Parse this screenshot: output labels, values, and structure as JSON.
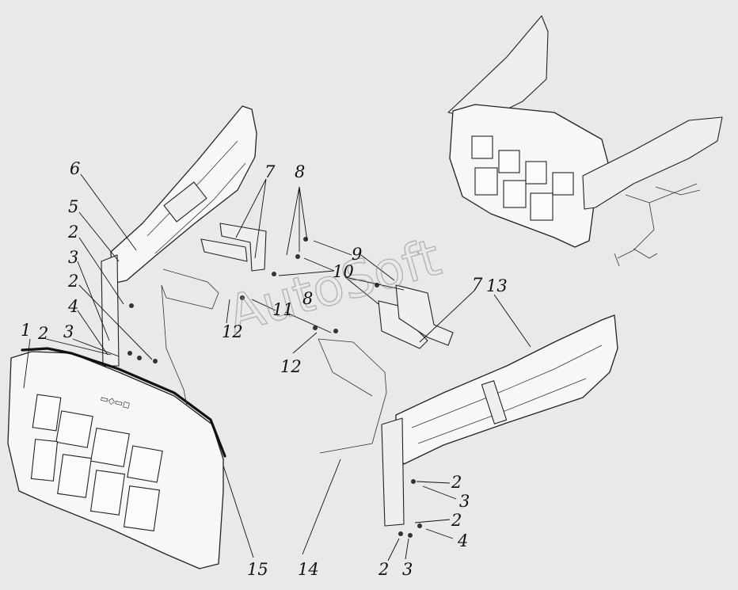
{
  "figure": {
    "watermark": "AutoSoft",
    "callouts": [
      {
        "id": "c1",
        "label": "1"
      },
      {
        "id": "c2a",
        "label": "2"
      },
      {
        "id": "c2b",
        "label": "2"
      },
      {
        "id": "c2c",
        "label": "2"
      },
      {
        "id": "c2d",
        "label": "2"
      },
      {
        "id": "c2e",
        "label": "2"
      },
      {
        "id": "c2f",
        "label": "2"
      },
      {
        "id": "c3a",
        "label": "3"
      },
      {
        "id": "c3b",
        "label": "3"
      },
      {
        "id": "c3c",
        "label": "3"
      },
      {
        "id": "c3d",
        "label": "3"
      },
      {
        "id": "c4a",
        "label": "4"
      },
      {
        "id": "c4b",
        "label": "4"
      },
      {
        "id": "c5",
        "label": "5"
      },
      {
        "id": "c6",
        "label": "6"
      },
      {
        "id": "c7a",
        "label": "7"
      },
      {
        "id": "c7b",
        "label": "7"
      },
      {
        "id": "c8a",
        "label": "8"
      },
      {
        "id": "c8b",
        "label": "8"
      },
      {
        "id": "c9",
        "label": "9"
      },
      {
        "id": "c10",
        "label": "10"
      },
      {
        "id": "c11",
        "label": "11"
      },
      {
        "id": "c12a",
        "label": "12"
      },
      {
        "id": "c12b",
        "label": "12"
      },
      {
        "id": "c13",
        "label": "13"
      },
      {
        "id": "c14",
        "label": "14"
      },
      {
        "id": "c15",
        "label": "15"
      }
    ]
  }
}
